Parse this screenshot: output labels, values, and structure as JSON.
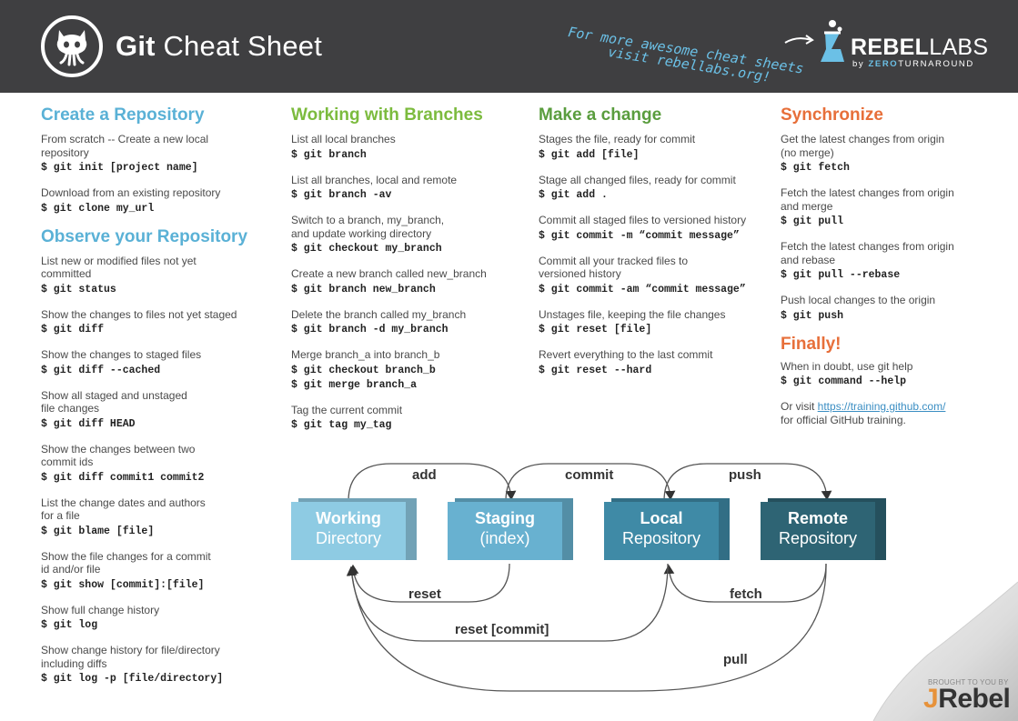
{
  "header": {
    "title_bold": "Git",
    "title_rest": " Cheat Sheet",
    "promo_line1": "For more awesome cheat sheets",
    "promo_line2": "visit rebellabs.org!",
    "logo_bold": "REBEL",
    "logo_light": "LABS",
    "logo_sub_by": "by ",
    "logo_sub_zero": "ZERO",
    "logo_sub_rest": "TURNAROUND"
  },
  "sections": {
    "create": {
      "title": "Create a Repository",
      "items": [
        {
          "desc": "From scratch -- Create a new local\nrepository",
          "cmd": "$ git init [project name]"
        },
        {
          "desc": "Download from an existing repository",
          "cmd": "$ git clone my_url"
        }
      ]
    },
    "observe": {
      "title": "Observe your Repository",
      "items": [
        {
          "desc": "List new or modified files not yet\ncommitted",
          "cmd": "$ git status"
        },
        {
          "desc": "Show the changes to files not yet staged",
          "cmd": "$ git diff"
        },
        {
          "desc": "Show the changes to staged files",
          "cmd": "$ git diff --cached"
        },
        {
          "desc": "Show all staged and unstaged\nfile changes",
          "cmd": "$ git diff HEAD"
        },
        {
          "desc": "Show the changes between two\ncommit ids",
          "cmd": "$ git diff commit1 commit2"
        },
        {
          "desc": "List the change dates and authors\nfor a file",
          "cmd": "$ git blame [file]"
        },
        {
          "desc": "Show the file changes for a commit\nid and/or file",
          "cmd": "$ git show [commit]:[file]"
        },
        {
          "desc": "Show full change history",
          "cmd": "$ git log"
        },
        {
          "desc": "Show change history for file/directory\nincluding diffs",
          "cmd": "$ git log -p [file/directory]"
        }
      ]
    },
    "branches": {
      "title": "Working with Branches",
      "items": [
        {
          "desc": "List all local branches",
          "cmd": "$ git branch"
        },
        {
          "desc": "List all branches, local and remote",
          "cmd": "$ git branch -av"
        },
        {
          "desc": "Switch to a branch, my_branch,\nand update working directory",
          "cmd": "$ git checkout my_branch"
        },
        {
          "desc": "Create a new branch called new_branch",
          "cmd": "$ git branch new_branch"
        },
        {
          "desc": "Delete the branch called my_branch",
          "cmd": "$ git branch -d my_branch"
        },
        {
          "desc": "Merge branch_a into branch_b",
          "cmd": "$ git checkout branch_b",
          "cmd2": "$ git merge branch_a"
        },
        {
          "desc": "Tag the current commit",
          "cmd": "$ git tag my_tag"
        }
      ]
    },
    "change": {
      "title": "Make a change",
      "items": [
        {
          "desc": "Stages the file, ready for commit",
          "cmd": "$ git add [file]"
        },
        {
          "desc": "Stage all changed files, ready for commit",
          "cmd": "$ git add ."
        },
        {
          "desc": "Commit all staged files to versioned history",
          "cmd": "$ git commit -m “commit message”"
        },
        {
          "desc": "Commit all your tracked files to\nversioned history",
          "cmd": "$ git commit -am “commit message”"
        },
        {
          "desc": "Unstages file, keeping the file changes",
          "cmd": "$ git reset [file]"
        },
        {
          "desc": "Revert everything to the last commit",
          "cmd": "$ git reset --hard"
        }
      ]
    },
    "sync": {
      "title": "Synchronize",
      "items": [
        {
          "desc": "Get the latest changes from origin\n(no merge)",
          "cmd": "$ git fetch"
        },
        {
          "desc": "Fetch the latest changes from origin\nand merge",
          "cmd": "$ git pull"
        },
        {
          "desc": "Fetch the latest changes from origin\nand rebase",
          "cmd": "$ git pull --rebase"
        },
        {
          "desc": "Push local changes to the origin",
          "cmd": "$ git push"
        }
      ]
    },
    "finally": {
      "title": "Finally!",
      "desc": "When in doubt, use git help",
      "cmd": "$ git command --help",
      "visit_pre": "Or visit ",
      "visit_link": "https://training.github.com/",
      "visit_post": "\nfor official GitHub training."
    }
  },
  "diagram": {
    "boxes": [
      {
        "line1": "Working",
        "line2": "Directory",
        "color": "#8ecbe3"
      },
      {
        "line1": "Staging",
        "line2": "(index)",
        "color": "#68b1d0"
      },
      {
        "line1": "Local",
        "line2": "Repository",
        "color": "#3f8aa6"
      },
      {
        "line1": "Remote",
        "line2": "Repository",
        "color": "#2e6474"
      }
    ],
    "labels": {
      "add": "add",
      "commit": "commit",
      "push": "push",
      "reset": "reset",
      "fetch": "fetch",
      "reset_commit": "reset [commit]",
      "pull": "pull"
    }
  },
  "footer": {
    "brought": "BROUGHT TO YOU BY",
    "jrebel_j": "J",
    "jrebel_rest": "Rebel"
  },
  "colors": {
    "header_bg": "#3f3f41",
    "create_title": "#5ab1d6",
    "branches_title": "#7cbb3e",
    "change_title": "#5a9d3e",
    "sync_title": "#e76f3a"
  }
}
